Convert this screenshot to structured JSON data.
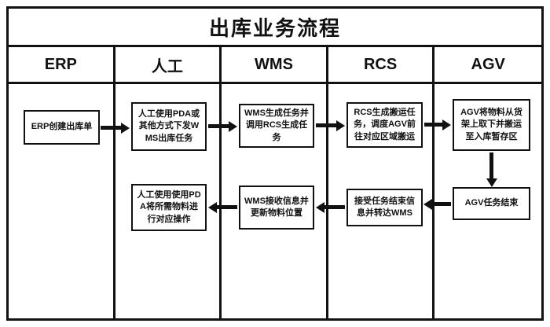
{
  "title": "出库业务流程",
  "lanes": [
    "ERP",
    "人工",
    "WMS",
    "RCS",
    "AGV"
  ],
  "nodes": {
    "erp_create_order": "ERP创建出库单",
    "manual_issue_task": "人工使用PDA或其他方式下发WMS出库任务",
    "wms_generate_task": "WMS生成任务并调用RCS生成任务",
    "rcs_generate_transport": "RCS生成搬运任务，调度AGV前往对应区域搬运",
    "agv_pick_and_move": "AGV将物料从货架上取下并搬运至入库暂存区",
    "agv_task_end": "AGV任务结束",
    "rcs_receive_end_info": "接受任务结束信息并转达WMS",
    "wms_update_location": "WMS接收信息并更新物料位置",
    "manual_operate_material": "人工使用使用PDA将所需物料进行对应操作"
  }
}
